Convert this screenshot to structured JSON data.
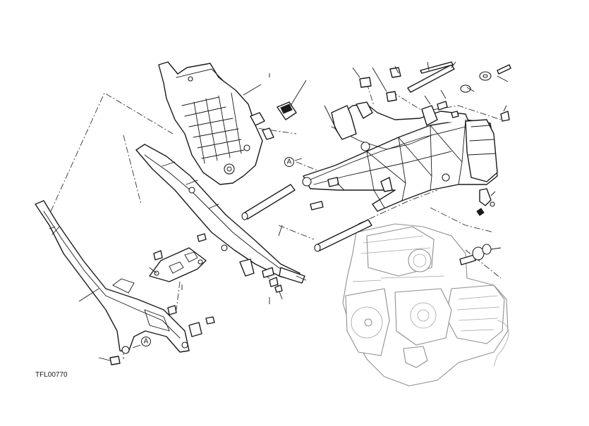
{
  "diagram": {
    "figure_code": "TFL00770",
    "reference_marks": [
      "A",
      "A"
    ]
  }
}
